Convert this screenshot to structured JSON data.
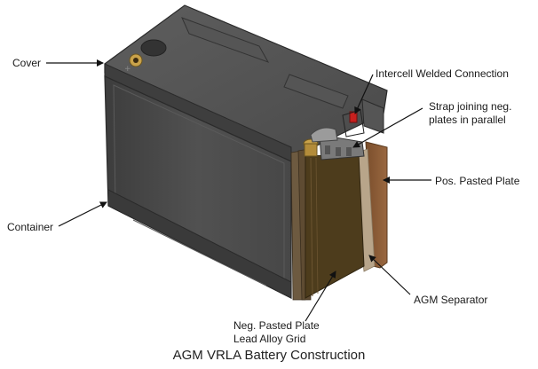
{
  "labels": {
    "cover": "Cover",
    "container": "Container",
    "intercell": "Intercell Welded Connection",
    "strap_line1": "Strap joining neg.",
    "strap_line2": "plates in parallel",
    "pos_plate": "Pos. Pasted Plate",
    "agm_separator": "AGM Separator",
    "neg_line1": "Neg. Pasted Plate",
    "neg_line2": "Lead Alloy Grid"
  },
  "caption": "AGM VRLA Battery Construction",
  "colors": {
    "battery_body": "#4a4a4a",
    "battery_edge": "#2e2e2e",
    "pos_plate": "#8a5a34",
    "neg_plate": "#4d3c1c",
    "separator": "#b8a58a",
    "terminal": "#c9a24a",
    "connector_red": "#c8201e",
    "arrow": "#111111"
  }
}
